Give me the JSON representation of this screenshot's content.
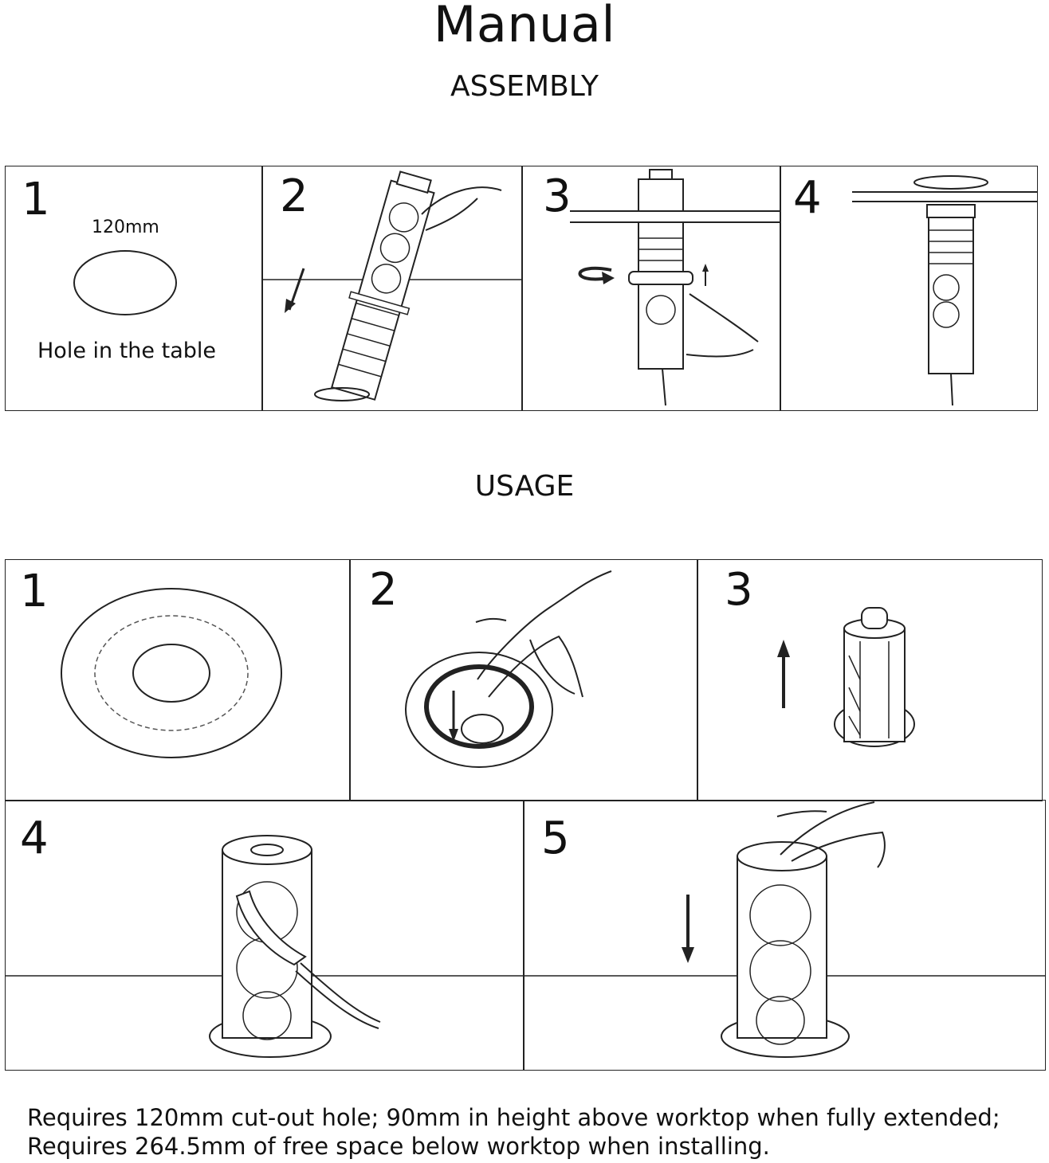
{
  "title": "Manual",
  "assembly": {
    "heading": "ASSEMBLY",
    "steps": [
      {
        "number": "1",
        "dimension": "120mm",
        "caption": "Hole in the table"
      },
      {
        "number": "2"
      },
      {
        "number": "3"
      },
      {
        "number": "4"
      }
    ]
  },
  "usage": {
    "heading": "USAGE",
    "steps": [
      {
        "number": "1"
      },
      {
        "number": "2"
      },
      {
        "number": "3"
      },
      {
        "number": "4"
      },
      {
        "number": "5"
      }
    ]
  },
  "footer": {
    "line1": "Requires 120mm cut-out hole; 90mm in height above worktop when fully extended;",
    "line2": "Requires 264.5mm of free space below worktop when installing."
  }
}
